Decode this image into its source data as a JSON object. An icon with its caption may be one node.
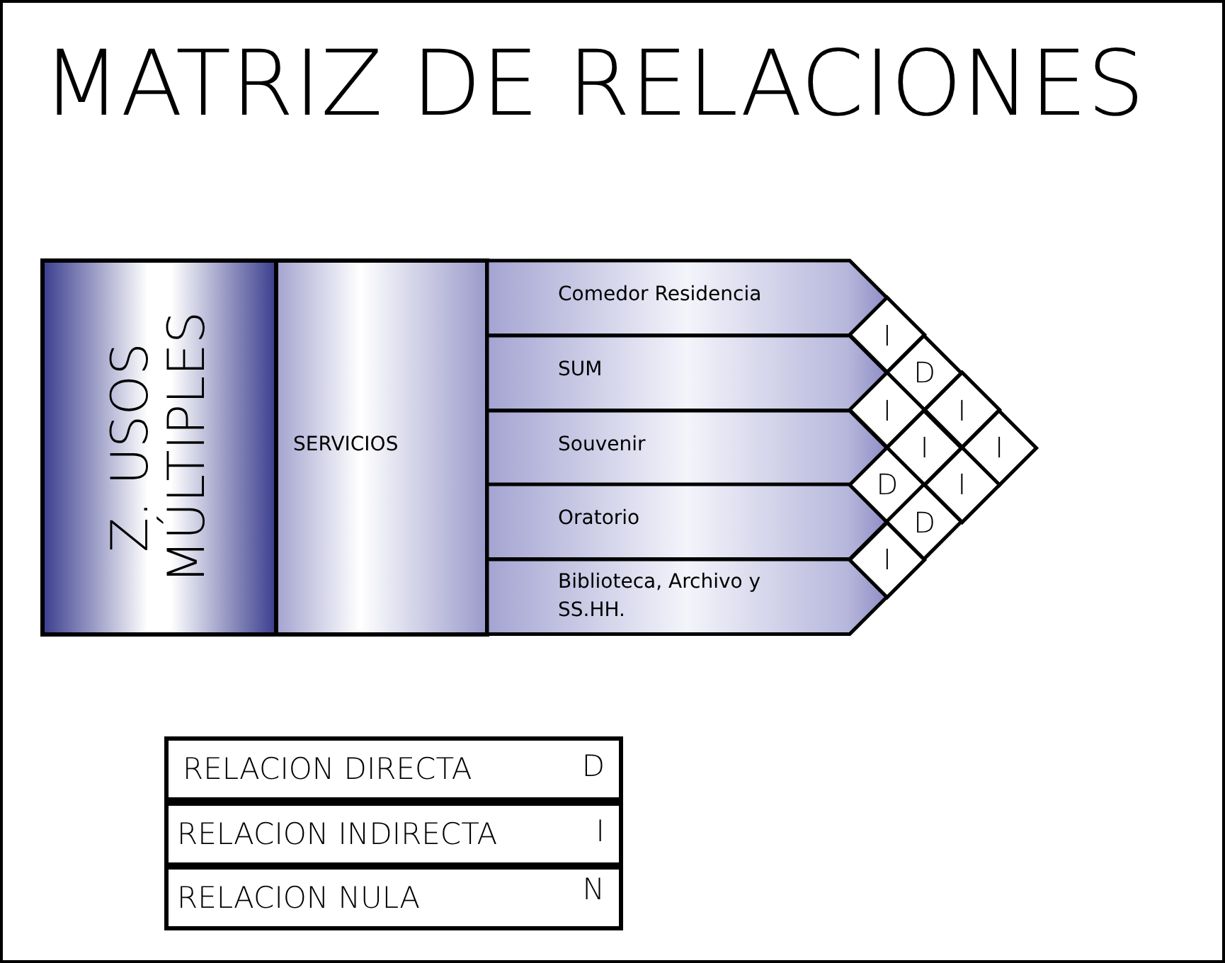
{
  "diagram": {
    "title": "MATRIZ DE RELACIONES",
    "nodes": [
      {
        "text": [
          "Z. USOS MÚLTIPLES"
        ]
      },
      {
        "text": [
          "SERVICIOS"
        ]
      },
      {
        "text": [
          "Comedor Residencia"
        ]
      },
      {
        "text": [
          "SUM"
        ]
      },
      {
        "text": [
          "Souvenir"
        ]
      },
      {
        "text": [
          "Oratorio"
        ]
      },
      {
        "text": [
          "Biblioteca, Archivo y SS.HH."
        ]
      },
      {
        "text": [
          "I"
        ]
      },
      {
        "text": [
          "D"
        ]
      },
      {
        "text": [
          "I"
        ]
      },
      {
        "text": [
          "I"
        ]
      },
      {
        "text": [
          "I"
        ]
      },
      {
        "text": [
          "I"
        ]
      },
      {
        "text": [
          "D"
        ]
      },
      {
        "text": [
          "I"
        ]
      },
      {
        "text": [
          "D"
        ]
      },
      {
        "text": [
          "I"
        ]
      }
    ],
    "edges": [],
    "labels": [
      "RELACION DIRECTA",
      "D",
      "RELACION INDIRECTA",
      "I",
      "RELACION NULA",
      "N"
    ]
  }
}
